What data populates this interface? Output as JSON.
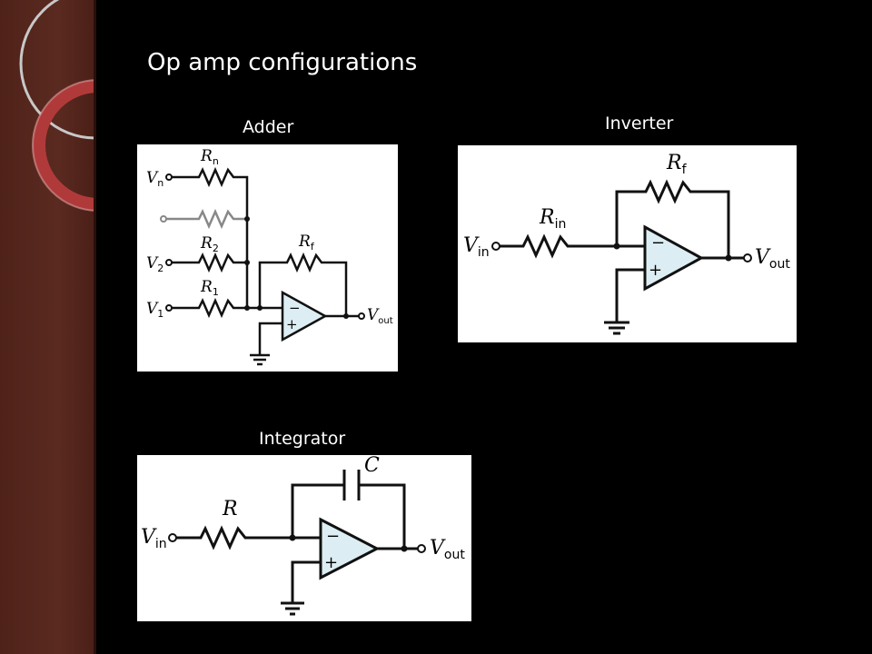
{
  "slide": {
    "title": "Op amp configurations",
    "accent_color": "#5a2a20",
    "ring_color": "#c8c8c8",
    "accent_ring_color": "#b03a3a"
  },
  "adder": {
    "label": "Adder",
    "r_n": "R",
    "r_n_sub": "n",
    "r_2": "R",
    "r_2_sub": "2",
    "r_1": "R",
    "r_1_sub": "1",
    "r_f": "R",
    "r_f_sub": "f",
    "v_n": "V",
    "v_n_sub": "n",
    "v_2": "V",
    "v_2_sub": "2",
    "v_1": "V",
    "v_1_sub": "1",
    "v_out": "V",
    "v_out_sub": "out",
    "minus": "−",
    "plus": "+"
  },
  "inverter": {
    "label": "Inverter",
    "r_in": "R",
    "r_in_sub": "in",
    "r_f": "R",
    "r_f_sub": "f",
    "v_in": "V",
    "v_in_sub": "in",
    "v_out": "V",
    "v_out_sub": "out",
    "minus": "−",
    "plus": "+"
  },
  "integrator": {
    "label": "Integrator",
    "r": "R",
    "c": "C",
    "v_in": "V",
    "v_in_sub": "in",
    "v_out": "V",
    "v_out_sub": "out",
    "minus": "−",
    "plus": "+"
  }
}
